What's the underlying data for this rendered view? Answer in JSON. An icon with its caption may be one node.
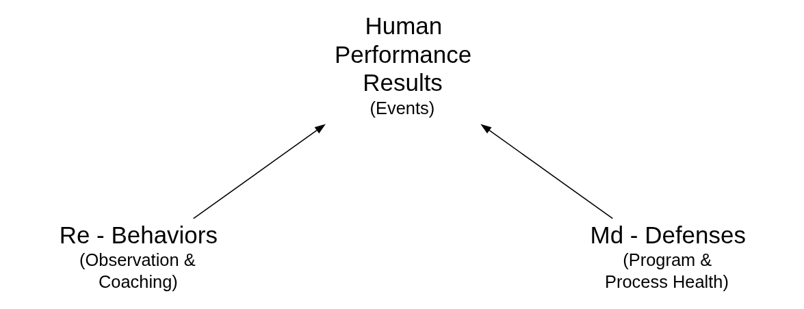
{
  "diagram": {
    "nodes": [
      {
        "text": [
          "Human Performance Results",
          "(Events)"
        ]
      },
      {
        "text": [
          "Re - Behaviors",
          "(Observation & Coaching)"
        ]
      },
      {
        "text": [
          "Md - Defenses",
          "(Program & Process Health)"
        ]
      }
    ],
    "edges": [
      {
        "from": 1,
        "to": 0,
        "arrow": "to"
      },
      {
        "from": 2,
        "to": 0,
        "arrow": "to"
      }
    ]
  }
}
